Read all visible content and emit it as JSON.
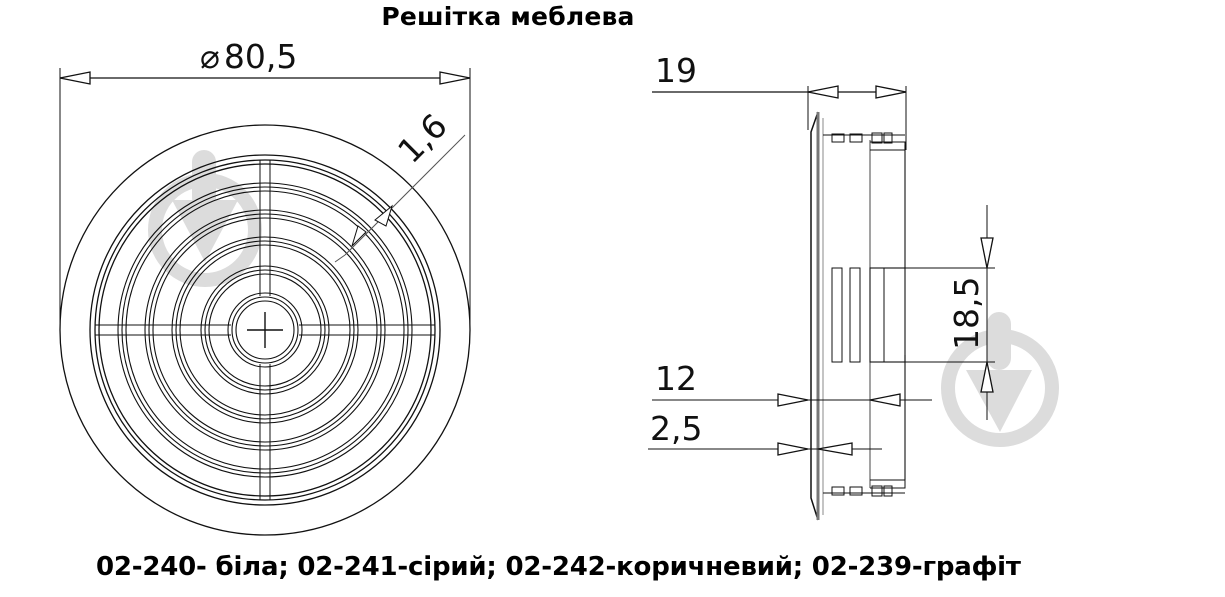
{
  "title": "Решітка меблева",
  "caption": "02-240- біла; 02-241-сірий; 02-242-коричневий; 02-239-графіт",
  "variants": [
    {
      "code": "02-240",
      "color": "біла"
    },
    {
      "code": "02-241",
      "color": "сірий"
    },
    {
      "code": "02-242",
      "color": "коричневий"
    },
    {
      "code": "02-239",
      "color": "графіт"
    }
  ],
  "front_view": {
    "diameter_symbol": "⌀",
    "diameter_label": "80,5",
    "rib_thickness_label": "1,6"
  },
  "side_view": {
    "depth_label": "19",
    "spigot_length_label": "12",
    "flange_thickness_label": "2,5",
    "spigot_height_label": "18,5"
  },
  "watermark_icon": "download-arrow-in-circle",
  "colors": {
    "line": "#111111",
    "thin_line": "#444444",
    "watermark": "#dcdcdc",
    "background": "#ffffff"
  }
}
